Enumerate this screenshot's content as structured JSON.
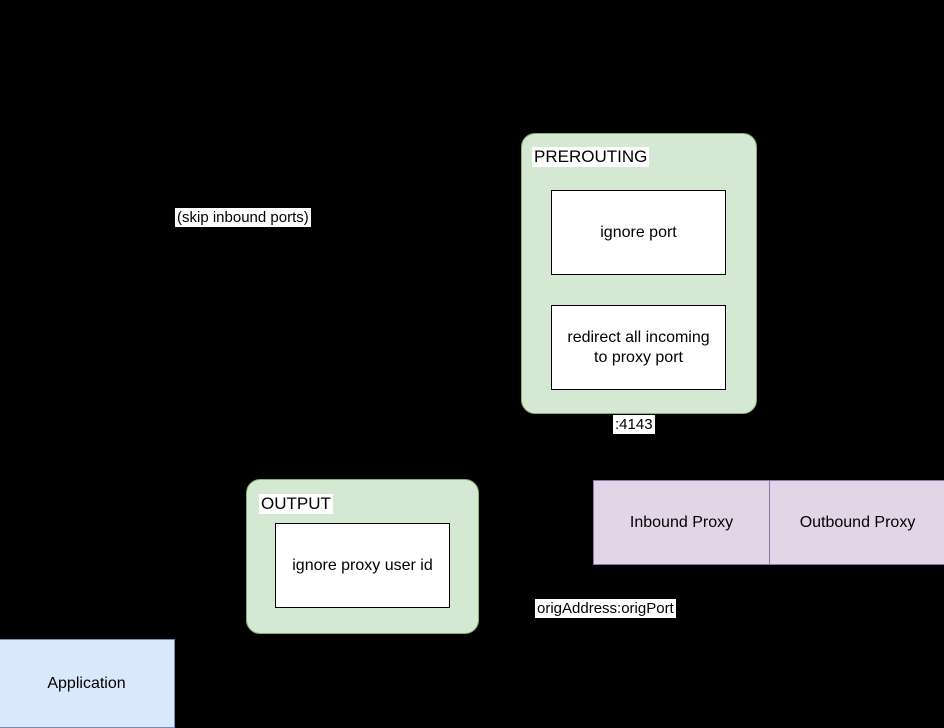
{
  "diagram": {
    "type": "flowchart",
    "title": "",
    "background_color": "#000000",
    "groups": [
      {
        "id": "prerouting",
        "label": "PREROUTING",
        "fill": "#d5e8d4",
        "stroke": "#82b366",
        "nodes": [
          {
            "id": "ignore-port",
            "label": "ignore port"
          },
          {
            "id": "redirect-all-incoming",
            "label": "redirect all incoming to proxy port"
          }
        ]
      },
      {
        "id": "output",
        "label": "OUTPUT",
        "fill": "#d5e8d4",
        "stroke": "#82b366",
        "nodes": [
          {
            "id": "ignore-proxy-user-id",
            "label": "ignore proxy user id"
          }
        ]
      }
    ],
    "proxy": {
      "fill": "#e1d5e7",
      "stroke": "#9673a6",
      "inbound_label": "Inbound Proxy",
      "outbound_label": "Outbound Proxy"
    },
    "application": {
      "label": "Application",
      "fill": "#dae8fc",
      "stroke": "#6c8ebf"
    },
    "edge_labels": {
      "skip_inbound_ports": "(skip inbound ports)",
      "proxy_port": ":4143",
      "orig_address": "origAddress:origPort"
    },
    "node_labels": {
      "ignore_port": "ignore port",
      "redirect_line1": "redirect all incoming",
      "redirect_line2": "to proxy port",
      "ignore_proxy_user_id": "ignore proxy user id",
      "prerouting": "PREROUTING",
      "output": "OUTPUT",
      "inbound_proxy": "Inbound Proxy",
      "outbound_proxy": "Outbound Proxy",
      "application": "Application"
    }
  }
}
